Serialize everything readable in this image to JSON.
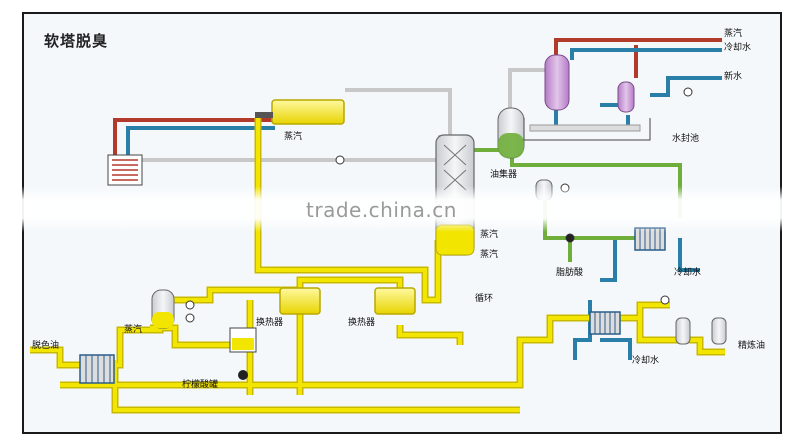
{
  "title": "软塔脱臭",
  "labels": {
    "steam_top_right": "蒸汽",
    "cooling_water_top": "冷却水",
    "fresh_water": "新水",
    "water_seal_pool": "水封池",
    "steam_heater": "蒸汽",
    "oil_collector": "油集器",
    "steam_tower_1": "蒸汽",
    "steam_tower_2": "蒸汽",
    "fatty_acid": "脂肪酸",
    "cooling_water_mid": "冷却水",
    "circulation": "循环",
    "steam_left": "蒸汽",
    "heat_exchanger_1": "换热器",
    "heat_exchanger_2": "换热器",
    "decolored_oil": "脱色油",
    "citric_acid_tank": "柠檬酸罐",
    "cooling_water_bottom": "冷却水",
    "refined_oil": "精炼油"
  },
  "watermark": "trade.china.cn",
  "colors": {
    "oil_line": "#f2e600",
    "oil_line_edge": "#c9b800",
    "steam_line": "#b23a2a",
    "water_line": "#2a7fa8",
    "fatty_acid_line": "#6fae3a",
    "vacuum_line": "#c8c8c8",
    "vessel": "#c79ad6"
  }
}
